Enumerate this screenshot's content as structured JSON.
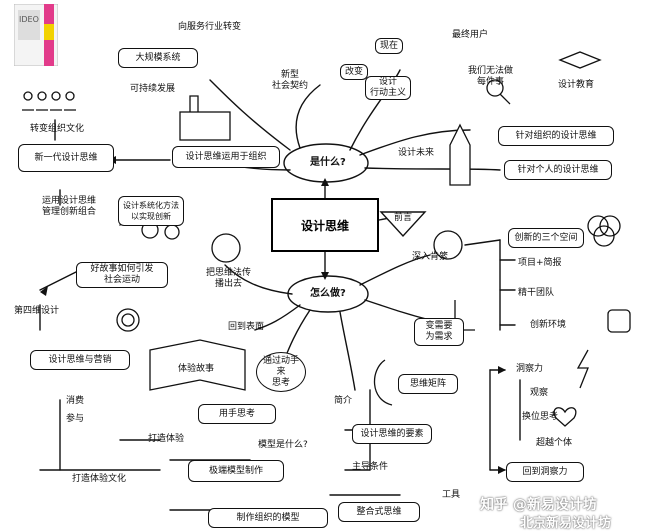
{
  "center": "设计思维",
  "hubs": {
    "what": "是什么?",
    "how": "怎么做?",
    "preface": "前言"
  },
  "nodes": {
    "service_transform": "向服务行业转变",
    "large_system": "大规模系统",
    "sustainable": "可持续发展",
    "new_social_contract": "新型\n社会契约",
    "design_activism": "设计\n行动主义",
    "change": "改变",
    "reality": "现在",
    "end_user": "最终用户",
    "we_cannot": "我们无法做\n每件事",
    "design_education": "设计教育",
    "org_transform": "转变组织文化",
    "new_generation": "新一代设计思维",
    "applied_to_org": "设计思维运用于组织",
    "apply_innovation": "运用设计思维\n管理创新组合",
    "systematize": "设计系统化方法\n以实现创新",
    "social_movement": "好故事如何引发\n社会运动",
    "spread_method": "把思维法传\n播出去",
    "fourth_design": "第四维设计",
    "design_marketing": "设计思维与营销",
    "design_future": "设计未来",
    "for_org": "针对组织的设计思维",
    "for_individual": "针对个人的设计思维",
    "deep_dive": "深入肯綮",
    "innovation_space": "创新的三个空间",
    "project_brief": "项目+简报",
    "elite_team": "精干团队",
    "innovation_env": "创新环境",
    "need_to_want": "变需要\n为需求",
    "back_to_surface": "回到表面",
    "experience_story": "体验故事",
    "think_with_hands": "通过动手\n来\n思考",
    "consumer": "消费",
    "participate": "参与",
    "create_experience": "打造体验",
    "build_culture": "打造体验文化",
    "think_with_hands2": "用手思考",
    "what_is_model": "模型是什么?",
    "prototype": "极端模型制作",
    "org_model": "制作组织的模型",
    "thinking_matrix": "思维矩阵",
    "brief": "简介",
    "design_elements": "设计思维的要素",
    "conditions": "主导条件",
    "tools": "工具",
    "integrated": "整合式思维",
    "insight": "洞察力",
    "observe": "观察",
    "empathy": "换位思考",
    "beyond_individual": "超越个体",
    "return_to_insight": "回到洞察力"
  },
  "watermark": {
    "line1": "知乎 @新易设计坊",
    "line2": "北京新易设计坊"
  },
  "book_cover": "IDEO"
}
